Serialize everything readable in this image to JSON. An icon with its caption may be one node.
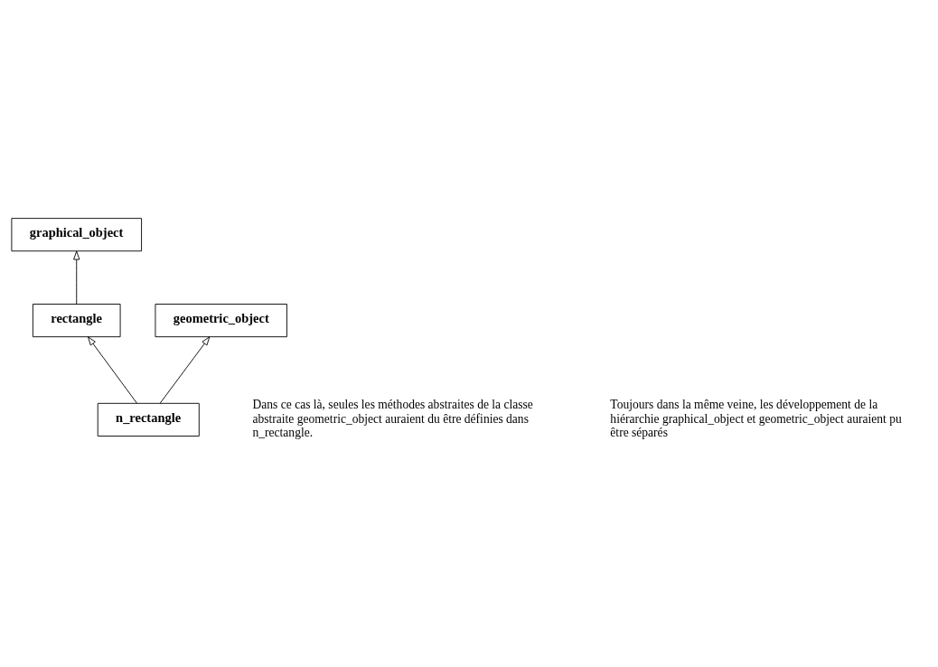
{
  "diagram": {
    "nodes": [
      {
        "text": [
          "graphical_object"
        ]
      },
      {
        "text": [
          "rectangle"
        ]
      },
      {
        "text": [
          "geometric_object"
        ]
      },
      {
        "text": [
          "n_rectangle"
        ]
      }
    ],
    "edges": [
      {
        "from": 1,
        "to": 0,
        "arrow": "to"
      },
      {
        "from": 3,
        "to": 1,
        "arrow": "to"
      },
      {
        "from": 3,
        "to": 2,
        "arrow": "to"
      }
    ],
    "labels": [
      "Dans ce cas là, seules les méthodes abstraites de la classe abstraite geometric_object auraient du être définies dans n_rectangle.",
      "Toujours dans la même veine, les développement de la hiérarchie graphical_object et geometric_object auraient pu être séparés"
    ]
  }
}
